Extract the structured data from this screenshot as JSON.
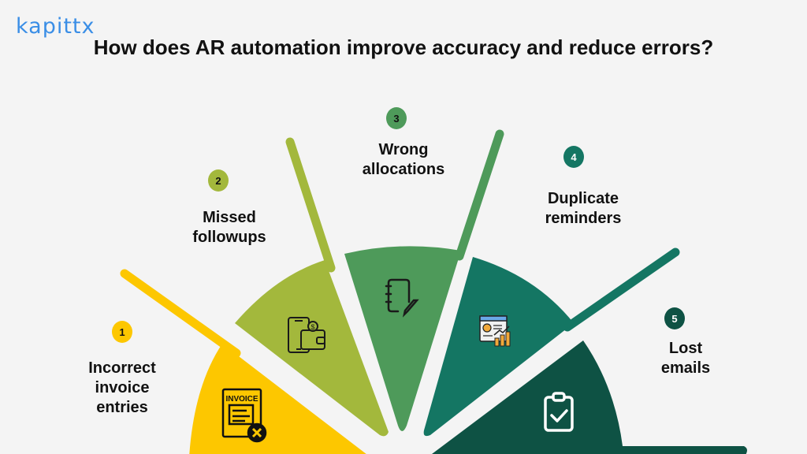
{
  "brand": {
    "logo_text": "kapittx",
    "logo_color": "#3a8ee6"
  },
  "header": {
    "title": "How does AR automation improve accuracy and reduce errors?"
  },
  "items": [
    {
      "number": "1",
      "label_line1": "Incorrect",
      "label_line2": "invoice",
      "label_line3": "entries",
      "color": "#fdc700",
      "icon": "invoice-error-icon",
      "icon_text": "INVOICE"
    },
    {
      "number": "2",
      "label_line1": "Missed",
      "label_line2": "followups",
      "color": "#a3b83c",
      "icon": "phone-wallet-icon"
    },
    {
      "number": "3",
      "label_line1": "Wrong",
      "label_line2": "allocations",
      "color": "#4e9a5a",
      "icon": "notebook-pen-icon"
    },
    {
      "number": "4",
      "label_line1": "Duplicate",
      "label_line2": "reminders",
      "color": "#147663",
      "icon": "analytics-report-icon"
    },
    {
      "number": "5",
      "label_line1": "Lost",
      "label_line2": "emails",
      "color": "#0e5244",
      "icon": "clipboard-check-icon"
    }
  ]
}
